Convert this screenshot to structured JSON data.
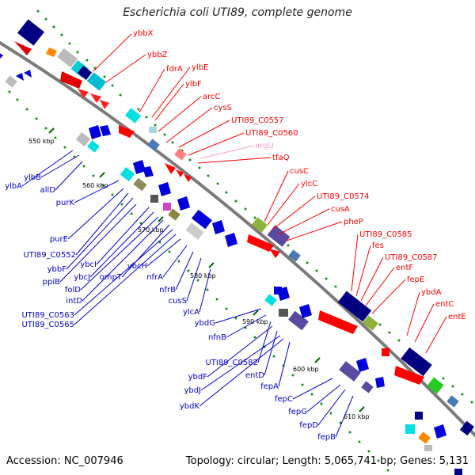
{
  "header": {
    "title": "Escherichia coli UTI89, complete genome"
  },
  "footer": {
    "accession": "Accession: NC_007946",
    "summary": "Topology: circular; Length: 5,065,741 bp; Genes: 5,131"
  },
  "colors": {
    "backbone": "#888888",
    "forward_label": "#ff0000",
    "reverse_label": "#0000cc",
    "rna_label": "#ff99cc",
    "tick": "#006600"
  },
  "ticks": [
    "550 kbp",
    "560 kbp",
    "570 kbp",
    "580 kbp",
    "590 kbp",
    "600 kbp",
    "610 kbp"
  ],
  "forward_labels": [
    "ybbX",
    "ybbZ",
    "fdrA",
    "ylbE",
    "ylbF",
    "arcC",
    "cysS",
    "UTI89_C0557",
    "UTI89_C0560",
    "argU",
    "tfaQ",
    "cusC",
    "ylcC",
    "UTI89_C0574",
    "cusA",
    "pheP",
    "UTI89_C0585",
    "fes",
    "UTI89_C0587",
    "entF",
    "fepE",
    "ybdA",
    "entC",
    "entE"
  ],
  "reverse_labels": [
    "ylbA",
    "ylbB",
    "allD",
    "purK",
    "purE",
    "UTI89_C0552",
    "ybbF",
    "ppiB",
    "ybcI",
    "ybcJ",
    "folD",
    "intD",
    "ompT",
    "UTI89_C0563",
    "UTI89_C0565",
    "ybcH",
    "nfrA",
    "nfrB",
    "cusS",
    "ylcA",
    "ybdG",
    "nfnB",
    "UTI89_C0582",
    "ybdF",
    "entD",
    "ybdJ",
    "fepA",
    "ybdK",
    "fepC",
    "fepG",
    "fepD",
    "fepB"
  ]
}
